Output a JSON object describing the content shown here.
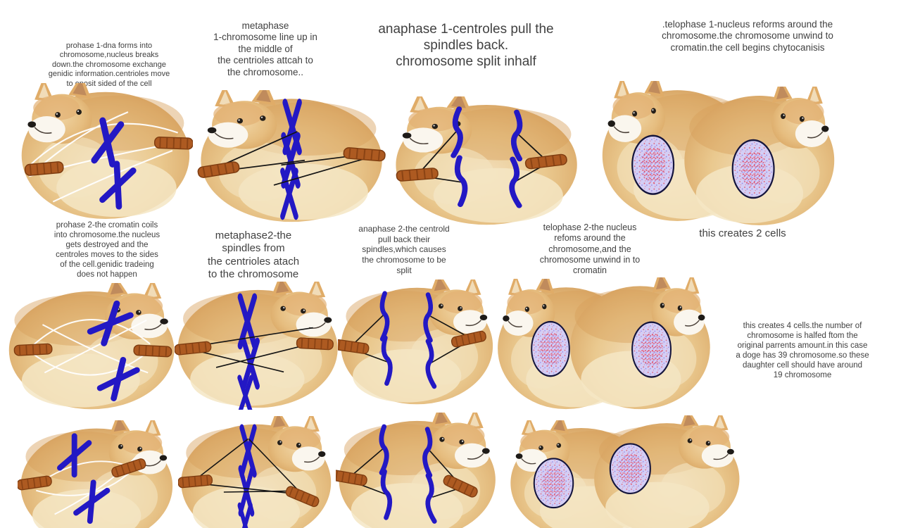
{
  "colors": {
    "chromosome_blue": "#2318c4",
    "centriole_brown": "#ad5a21",
    "centriole_dark": "#7e3c10",
    "nucleus_fill": "#cfc7f0",
    "nucleus_outline": "#14143c",
    "nucleus_speckle_red": "#e04b5f",
    "nucleus_speckle_purple": "#7a6ae0",
    "spindle_white": "#ffffff",
    "spindle_black": "#141414",
    "doge_tan": "#eac98f",
    "text": "#414141",
    "background": "#ffffff"
  },
  "meiosis1": {
    "prophase": {
      "label": "prohase 1-dna  forms into\nchromosome,nucleus breaks\ndown.the chromosome exchange\ngenidic information.centrioles move\nto oposit sided of the cell"
    },
    "metaphase": {
      "label": "metaphase\n1-chromosome line up in\nthe middle of\nthe centrioles attcah to\nthe chromosome.."
    },
    "anaphase": {
      "label": "anaphase 1-centroles pull the\nspindles back.\nchromosome split inhalf"
    },
    "telophase": {
      "label": ".telophase 1-nucleus reforms around the\nchromosome.the chromosome unwind to\ncromatin.the cell begins chytocanisis"
    },
    "result_label": "this creates  2 cells"
  },
  "meiosis2": {
    "prophase": {
      "label": "prohase 2-the  cromatin coils\ninto chromosome.the nucleus\ngets destroyed and the\ncentroles moves to  the sides\nof the cell.genidic tradeing\ndoes not happen"
    },
    "metaphase": {
      "label": "metaphase2-the\nspindles from\nthe centrioles atach\nto the chromosome"
    },
    "anaphase": {
      "label": "anaphase 2-the centrold\npull back their\nspindles,which causes\nthe chromosome to be\nsplit"
    },
    "telophase": {
      "label": "telophase 2-the nucleus\nrefoms around the\nchromosome,and the\nchromosome unwind in to\ncromatin"
    },
    "result_label": "this creates  4 cells.the number of\nchromosome is halfed ftom the\noriginal parrents amount.in this case\na doge has 39 chromosome.so these\ndaughter cell should have around\n19 chromosome"
  }
}
